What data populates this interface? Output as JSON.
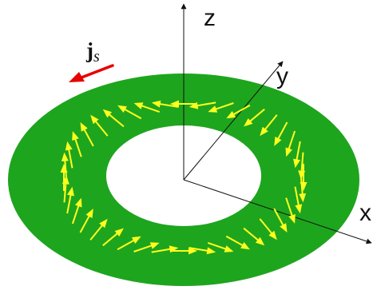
{
  "labels": {
    "z": "z",
    "y": "y",
    "x": "x",
    "current_main": "j",
    "current_sub": "s"
  },
  "colors": {
    "ring_fill": "#1ea51e",
    "hole_fill": "#ffffff",
    "spin_arrow": "#ffff1e",
    "current_arrow": "#e60000",
    "axis_line": "#111111"
  },
  "figure": {
    "spin_arrow_count": 40,
    "spin_pattern": "rotating-texture"
  }
}
